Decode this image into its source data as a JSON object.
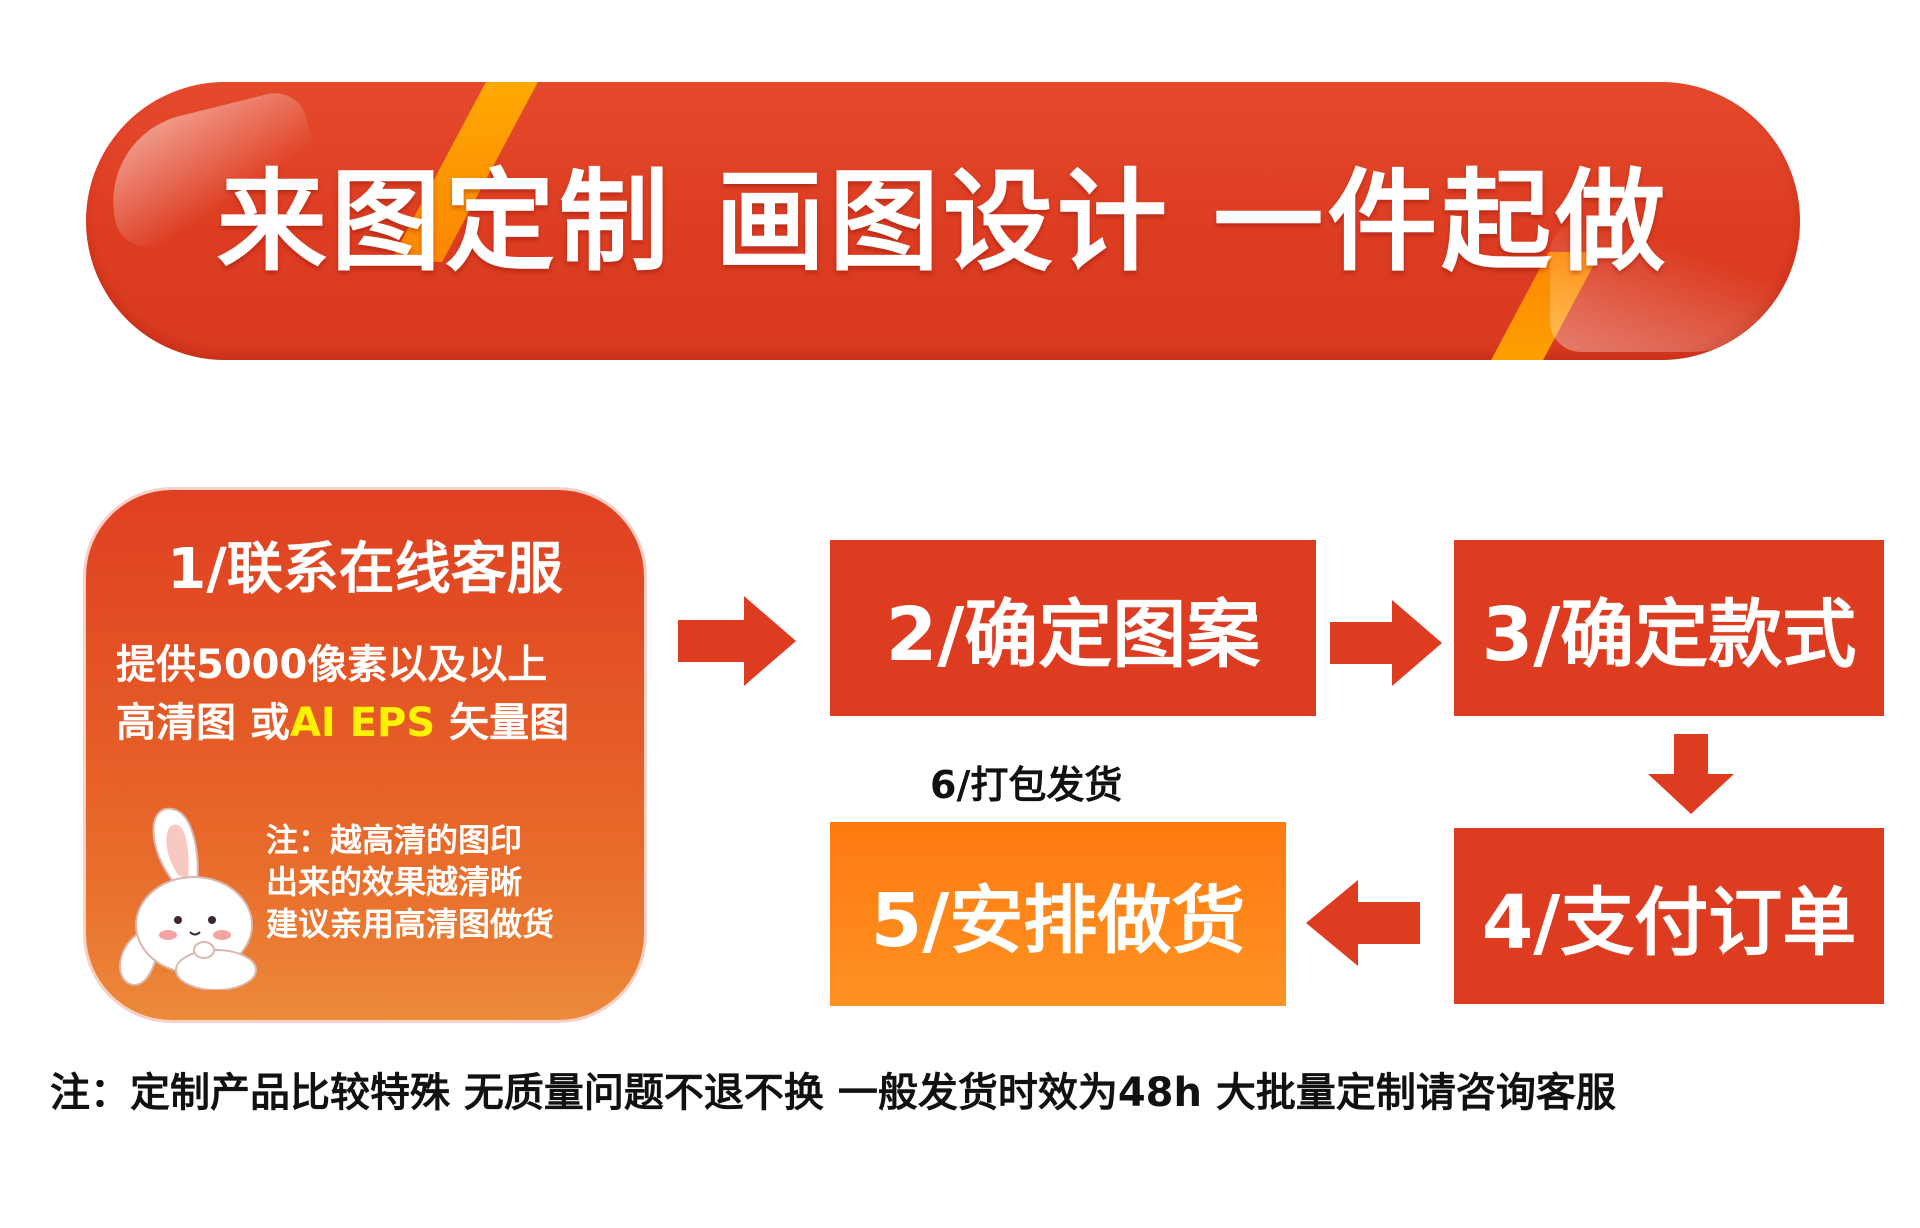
{
  "banner": {
    "title": "来图定制 画图设计 一件起做"
  },
  "step1": {
    "title": "1/联系在线客服",
    "line1": "提供5000像素以及以上",
    "line2_prefix": "高清图 或",
    "line2_highlight": "AI EPS",
    "line2_suffix": " 矢量图",
    "note_lines": [
      "注：越高清的图印",
      "出来的效果越清晰",
      "建议亲用高清图做货"
    ]
  },
  "steps": {
    "step2": "2/确定图案",
    "step3": "3/确定款式",
    "step4": "4/支付订单",
    "step5": "5/安排做货",
    "step6": "6/打包发货"
  },
  "footer": {
    "note": "注：定制产品比较特殊 无质量问题不退不换  一般发货时效为48h 大批量定制请咨询客服"
  },
  "colors": {
    "primary_red": "#dd3c21",
    "orange": "#ff8a18",
    "highlight_yellow": "#fff200",
    "text_dark": "#111111"
  },
  "icons": [
    "bunny-mascot",
    "arrow-right",
    "arrow-down",
    "arrow-left"
  ]
}
